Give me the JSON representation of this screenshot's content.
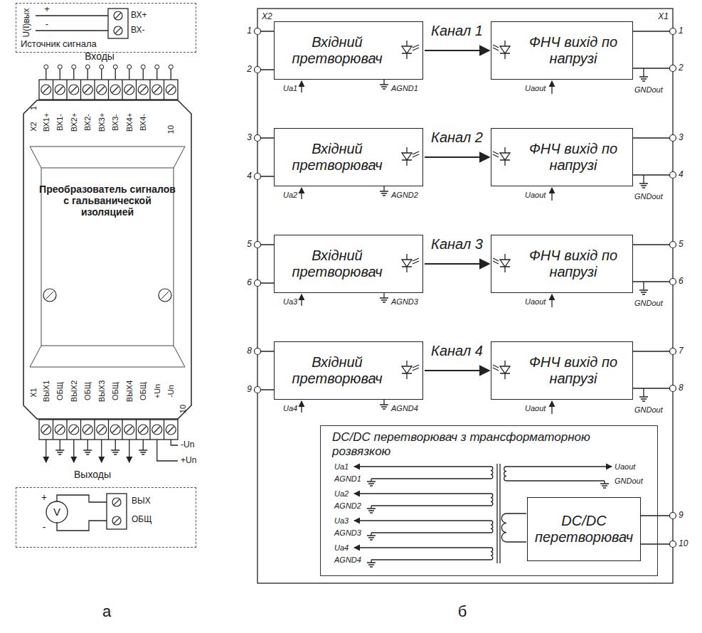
{
  "diagram": {
    "nodes": [
      {
        "text": [
          "Источник сигнала"
        ]
      },
      {
        "text": [
          "Преобразователь сигналов с гальванической изоляцией"
        ]
      },
      {
        "text": [
          "ВЫХ",
          "ОБЩ"
        ]
      },
      {
        "text": [
          "Вхідний претворювач"
        ]
      },
      {
        "text": [
          "ФНЧ вихід по напрузі"
        ]
      },
      {
        "text": [
          "Вхідний претворювач"
        ]
      },
      {
        "text": [
          "ФНЧ вихід по напрузі"
        ]
      },
      {
        "text": [
          "Вхідний претворювач"
        ]
      },
      {
        "text": [
          "ФНЧ вихід по напрузі"
        ]
      },
      {
        "text": [
          "Вхідний претворювач"
        ]
      },
      {
        "text": [
          "ФНЧ вихід по напрузі"
        ]
      },
      {
        "text": [
          "DC/DC перетворювач з трансформаторною розвязкою"
        ]
      },
      {
        "text": [
          "DC/DC перетворювач"
        ],
        "in": 11
      }
    ],
    "edges": [
      {
        "from": 3,
        "to": 4,
        "arrow": "to",
        "label": "Канал 1"
      },
      {
        "from": 5,
        "to": 6,
        "arrow": "to",
        "label": "Канал 2"
      },
      {
        "from": 7,
        "to": 8,
        "arrow": "to",
        "label": "Канал 3"
      },
      {
        "from": 9,
        "to": 10,
        "arrow": "to",
        "label": "Канал 4"
      }
    ],
    "labels": [
      "U(I)вых",
      "+",
      "-",
      "ВХ+",
      "ВХ-",
      "Входы",
      "1",
      "X2",
      "ВХ1+",
      "ВХ1-",
      "ВХ2+",
      "ВХ2-",
      "ВХ3+",
      "ВХ3-",
      "ВХ4+",
      "ВХ4-",
      "10",
      "X1",
      "ВЫХ1",
      "ОБЩ",
      "ВЫХ2",
      "ОБЩ",
      "ВЫХ3",
      "ОБЩ",
      "ВЫХ4",
      "ОБЩ",
      "+Un",
      "-Un",
      "10",
      "-Un",
      "+Un",
      "Выходы",
      "V",
      "+",
      "-",
      "а",
      "X2",
      "X1",
      "1",
      "2",
      "1",
      "2",
      "Ua1",
      "AGND1",
      "Uaout",
      "GNDout",
      "3",
      "4",
      "3",
      "4",
      "Ua2",
      "AGND2",
      "Uaout",
      "GNDout",
      "5",
      "6",
      "5",
      "6",
      "Ua3",
      "AGND3",
      "Uaout",
      "GNDout",
      "8",
      "9",
      "7",
      "8",
      "Ua4",
      "AGND4",
      "Uaout",
      "GNDout",
      "Ua1",
      "AGND1",
      "Ua2",
      "AGND2",
      "Ua3",
      "AGND3",
      "Ua4",
      "AGND4",
      "Uaout",
      "GNDout",
      "9",
      "10",
      "б"
    ]
  }
}
